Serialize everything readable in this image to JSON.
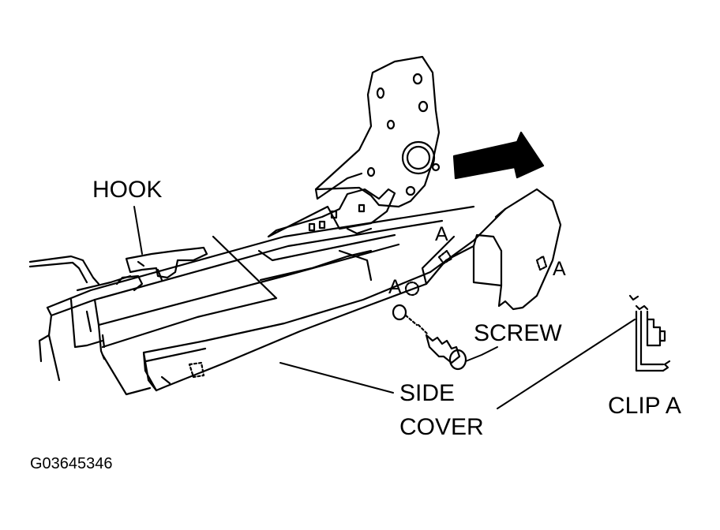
{
  "labels": {
    "hook": "HOOK",
    "screw": "SCREW",
    "side_cover_line1": "SIDE",
    "side_cover_line2": "COVER",
    "clip_a": "CLIP A",
    "marker_a": "A",
    "figure_id": "G03645346"
  },
  "colors": {
    "ink": "#000000",
    "paper": "#ffffff"
  }
}
